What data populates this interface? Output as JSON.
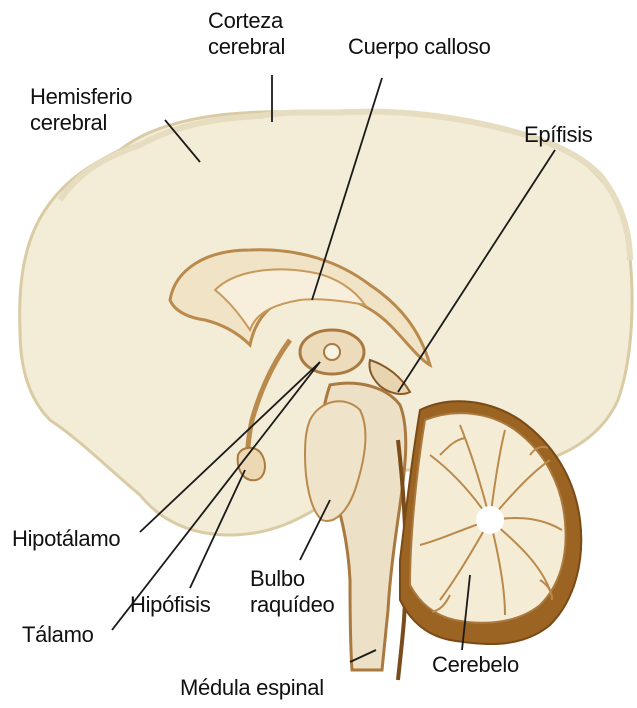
{
  "labels": {
    "corteza": "Corteza\ncerebral",
    "cuerpo_calloso": "Cuerpo calloso",
    "hemisferio": "Hemisferio\ncerebral",
    "epifisis": "Epífisis",
    "hipotalamo": "Hipotálamo",
    "hipofisis": "Hipófisis",
    "talamo": "Tálamo",
    "bulbo": "Bulbo\nraquídeo",
    "cerebelo": "Cerebelo",
    "medula": "Médula espinal"
  },
  "colors": {
    "cortex_fill": "#f3ecd7",
    "cortex_edge": "#d9cba4",
    "inner_edge": "#b98a4c",
    "dark_brown": "#8a5a26",
    "cerebellum_bg": "#f5ecd6",
    "cerebellum_rim": "#9b6422",
    "leader_line": "#1a1a1a"
  }
}
